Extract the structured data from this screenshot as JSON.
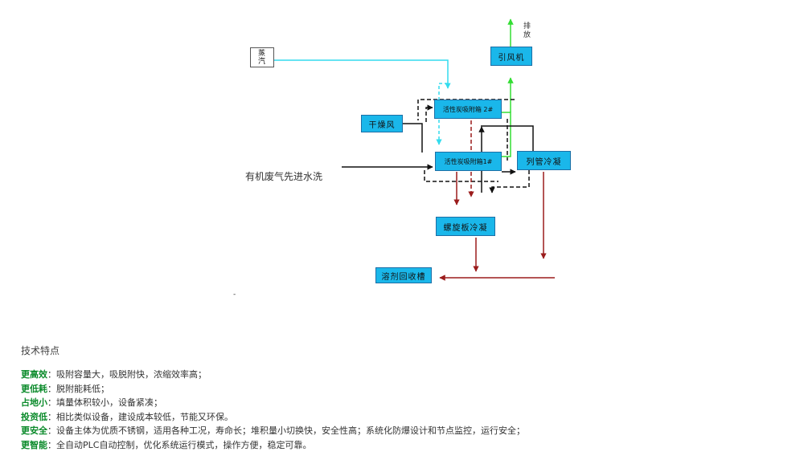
{
  "diagram": {
    "steam": [
      "蒸",
      "汽"
    ],
    "fan": "引风机",
    "exhaust": [
      "排",
      "放"
    ],
    "adsorber2": "活性炭吸附箱 2#",
    "adsorber1": "活性炭吸附箱1#",
    "dry_air": "干燥风",
    "tube_condenser": "列管冷凝",
    "spiral_condenser": "螺旋板冷凝",
    "solvent_tank": "溶剂回收槽",
    "inlet_label": "有机废气先进水洗",
    "stray_mark": "-",
    "colors": {
      "box_fill": "#1ab7ea",
      "steam_line": "#33dcee",
      "clean_line": "#33dd33",
      "condensate_line": "#9b1c1c",
      "process_line": "#111111"
    }
  },
  "features": {
    "title": "技术特点",
    "items": [
      {
        "key": "更高效",
        "sep": "：",
        "text": "吸附容量大，吸脱附快，浓缩效率高；"
      },
      {
        "key": "更低耗",
        "sep": "：",
        "text": "脱附能耗低；"
      },
      {
        "key": "占地小",
        "sep": "：",
        "text": "填量体积较小，设备紧凑；"
      },
      {
        "key": "投资低",
        "sep": "：",
        "text": "相比类似设备，建设成本较低，节能又环保。"
      },
      {
        "key": "更安全",
        "sep": "：",
        "text": "设备主体为优质不锈钢，适用各种工况，寿命长；堆积量小切换快，安全性高；系统化防爆设计和节点监控，运行安全；"
      },
      {
        "key": "更智能",
        "sep": "：",
        "text": "全自动PLC自动控制，优化系统运行模式，操作方便，稳定可靠。"
      }
    ]
  }
}
